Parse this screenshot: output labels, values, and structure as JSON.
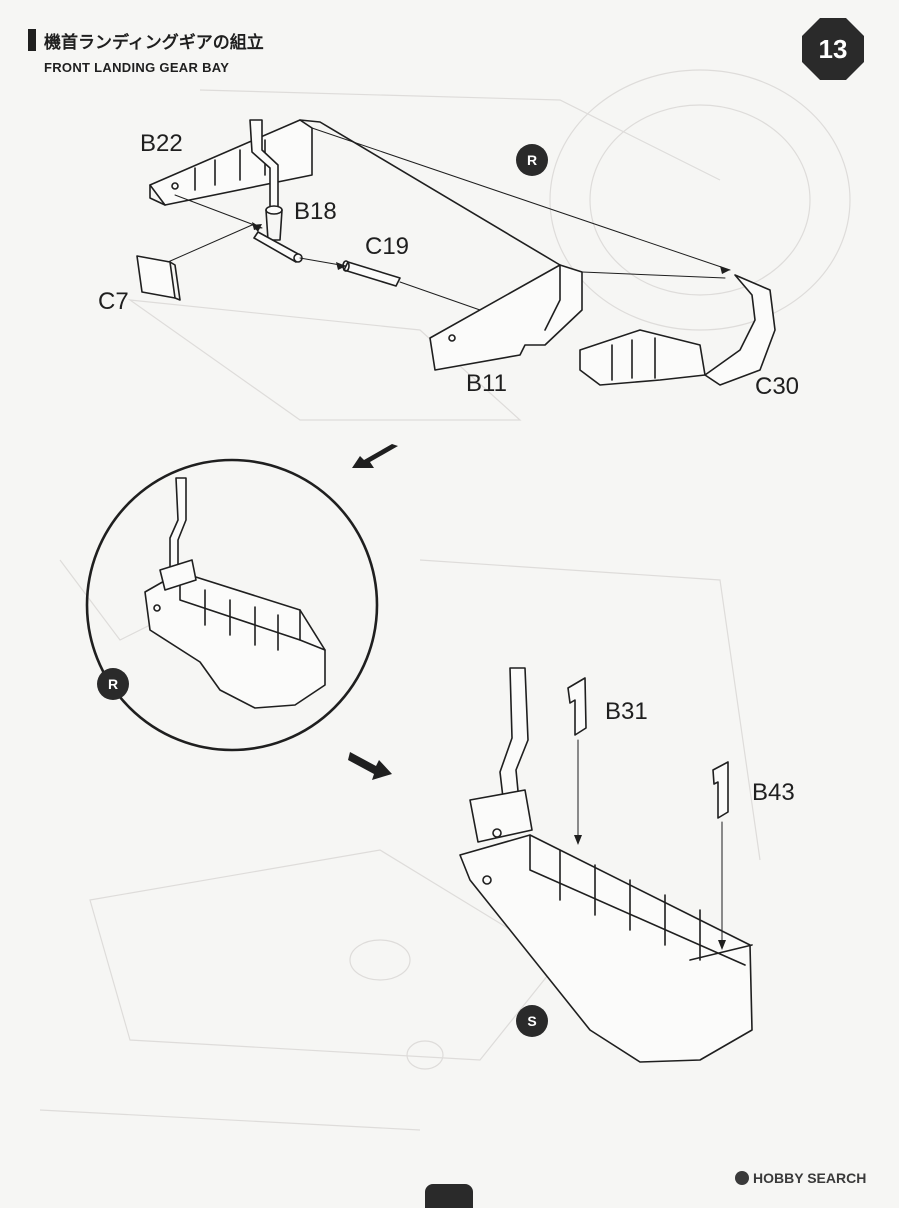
{
  "header": {
    "title_jp": "機首ランディングギアの組立",
    "title_en": "FRONT LANDING GEAR BAY",
    "step_number": "13"
  },
  "parts": {
    "b22": "B22",
    "b18": "B18",
    "c19": "C19",
    "c7": "C7",
    "b11": "B11",
    "c30": "C30",
    "b31": "B31",
    "b43": "B43"
  },
  "markers": {
    "r_top": "R",
    "r_circle": "R",
    "s_bottom": "S"
  },
  "watermark": {
    "text": "HOBBY SEARCH"
  },
  "colors": {
    "ink": "#1f1f1f",
    "ghost": "#dcdcda",
    "paper": "#f6f6f4",
    "badge": "#2a2a2a"
  }
}
